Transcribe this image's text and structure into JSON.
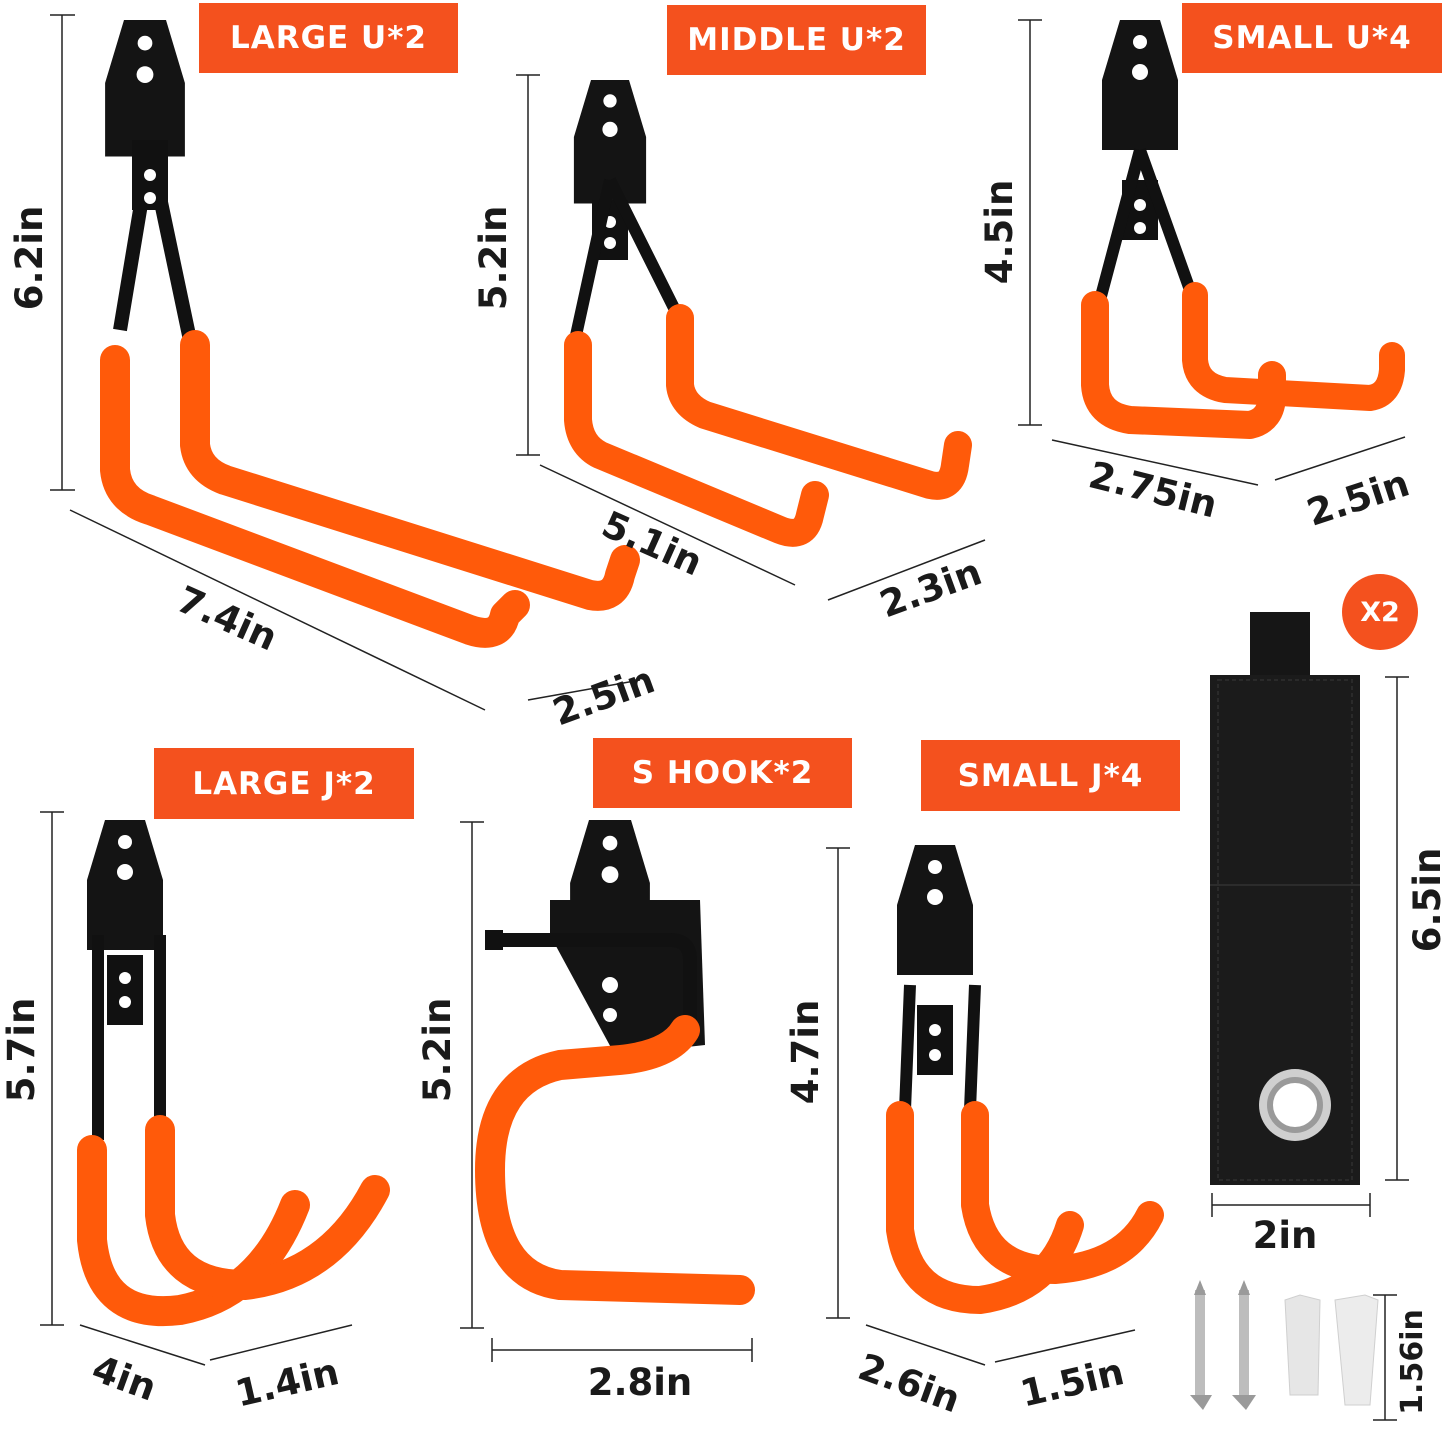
{
  "labels": {
    "large_u": "LARGE U*2",
    "middle_u": "MIDDLE U*2",
    "small_u": "SMALL U*4",
    "large_j": "LARGE J*2",
    "s_hook": "S HOOK*2",
    "small_j": "SMALL J*4",
    "strap_qty": "X2"
  },
  "dimensions": {
    "large_u_height": "6.2in",
    "large_u_length": "7.4in",
    "large_u_width": "2.5in",
    "middle_u_height": "5.2in",
    "middle_u_length": "5.1in",
    "middle_u_width": "2.3in",
    "small_u_height": "4.5in",
    "small_u_length": "2.75in",
    "small_u_width": "2.5in",
    "large_j_height": "5.7in",
    "large_j_length": "4in",
    "large_j_width": "1.4in",
    "s_hook_height": "5.2in",
    "s_hook_width": "2.8in",
    "small_j_height": "4.7in",
    "small_j_length": "2.6in",
    "small_j_width": "1.5in",
    "strap_height": "6.5in",
    "strap_width": "2in",
    "screw_length": "1.56in"
  },
  "colors": {
    "accent": "#f4511e",
    "hook_coating": "#ff5a0a",
    "bracket": "#111111"
  }
}
